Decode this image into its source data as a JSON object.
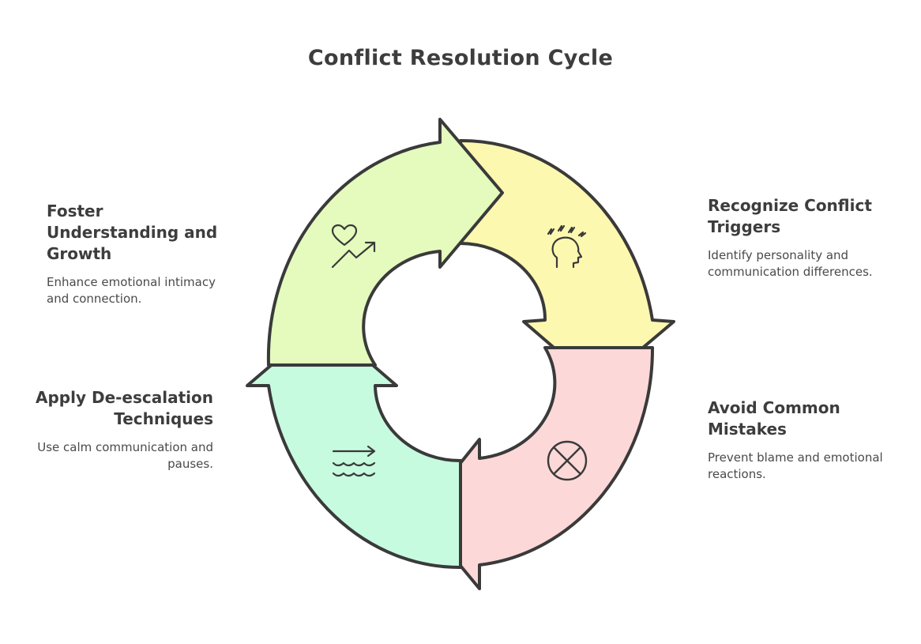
{
  "diagram": {
    "title": "Conflict Resolution Cycle",
    "colors": {
      "yellow": "#fdf8b0",
      "pink": "#fdd8d8",
      "mint": "#c6fbe0",
      "lime": "#e4fbbd",
      "outline": "#3a3a3a"
    },
    "steps": [
      {
        "heading": "Recognize Conflict Triggers",
        "description": "Identify personality and communication differences.",
        "icon": "head-stress-icon"
      },
      {
        "heading": "Avoid Common Mistakes",
        "description": "Prevent blame and emotional reactions.",
        "icon": "cross-circle-icon"
      },
      {
        "heading": "Apply De-escalation Techniques",
        "description": "Use calm communication and pauses.",
        "icon": "calm-waves-icon"
      },
      {
        "heading": "Foster Understanding and Growth",
        "description": "Enhance emotional intimacy and connection.",
        "icon": "heart-growth-icon"
      }
    ]
  }
}
